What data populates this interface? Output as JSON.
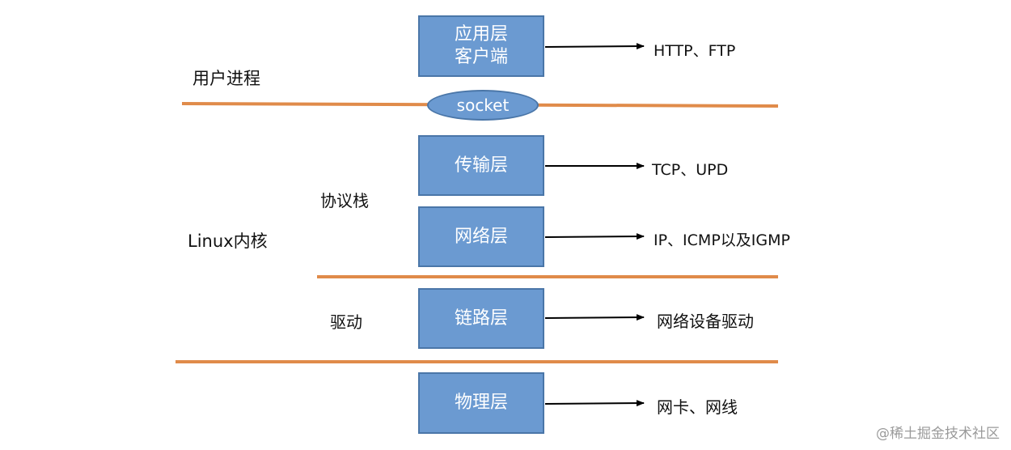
{
  "regions": {
    "user_process": "用户进程",
    "linux_kernel": "Linux内核",
    "protocol_stack": "协议栈",
    "driver": "驱动"
  },
  "layers": {
    "application": {
      "line1": "应用层",
      "line2": "客户端"
    },
    "transport": {
      "label": "传输层"
    },
    "network": {
      "label": "网络层"
    },
    "link": {
      "label": "链路层"
    },
    "physical": {
      "label": "物理层"
    }
  },
  "socket": {
    "label": "socket"
  },
  "protocols": {
    "application": "HTTP、FTP",
    "transport": "TCP、UPD",
    "network": "IP、ICMP以及IGMP",
    "link": "网络设备驱动",
    "physical": "网卡、网线"
  },
  "watermark": "@稀土掘金技术社区",
  "colors": {
    "box_fill": "#6b9ad1",
    "box_border": "#4a76a8",
    "divider": "#e08b4a",
    "arrow": "#000000"
  }
}
